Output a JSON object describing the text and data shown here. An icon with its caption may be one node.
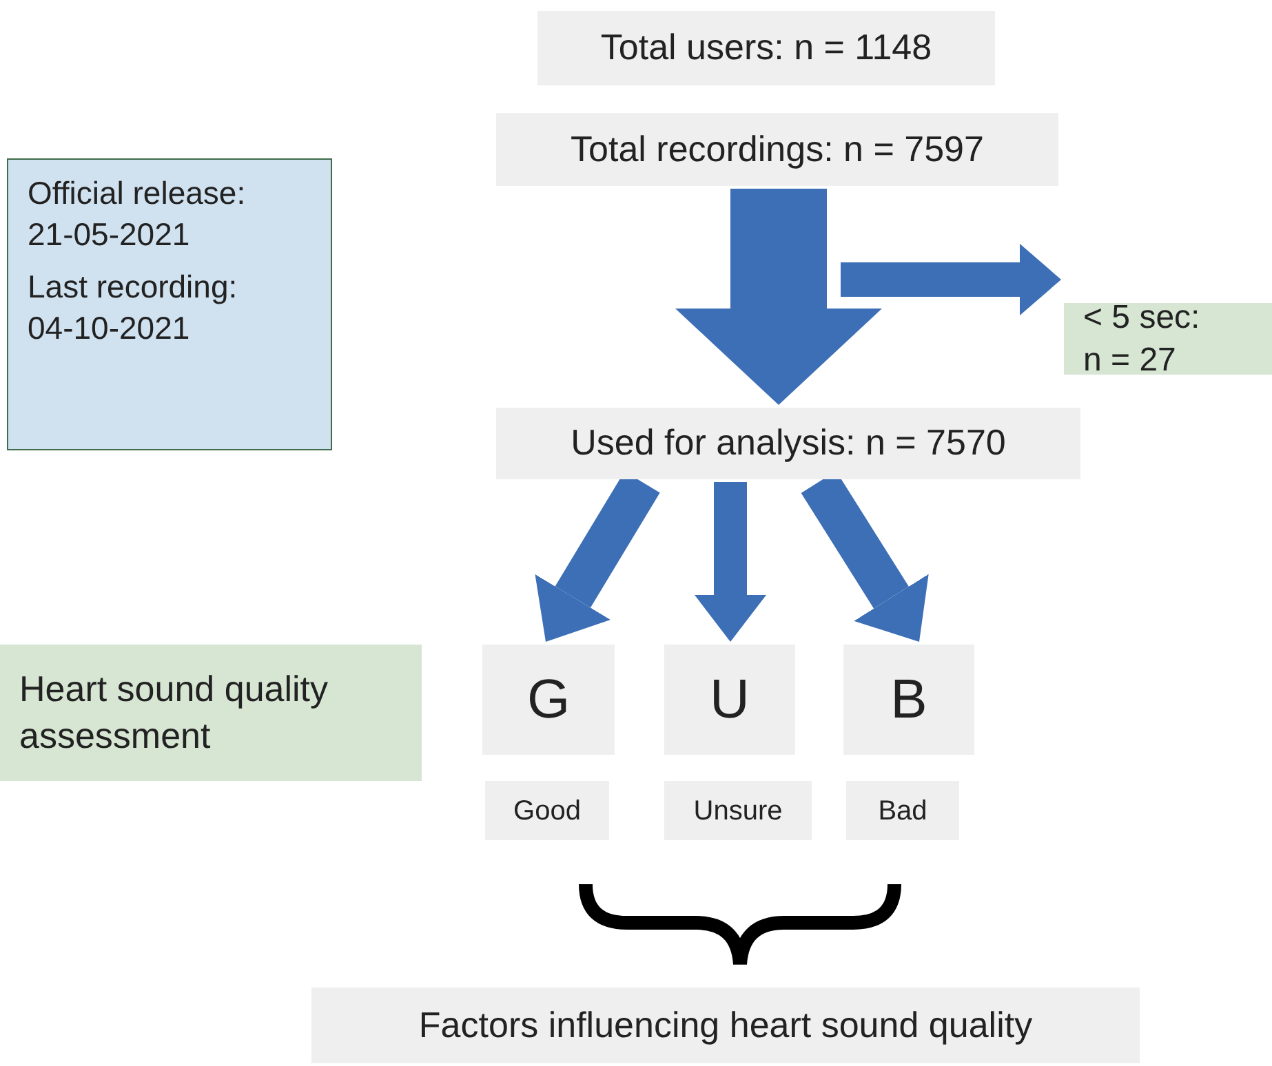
{
  "diagram": {
    "nodes": [
      {
        "text": [
          "Total users: n = 1148"
        ]
      },
      {
        "text": [
          "Total recordings: n = 7597"
        ]
      },
      {
        "text": [
          "Official release: 21-05-2021",
          "Last recording: 04-10-2021"
        ]
      },
      {
        "text": [
          "< 5 sec: n = 27"
        ]
      },
      {
        "text": [
          "Used for analysis: n = 7570"
        ]
      },
      {
        "text": [
          "G"
        ]
      },
      {
        "text": [
          "U"
        ]
      },
      {
        "text": [
          "B"
        ]
      },
      {
        "text": [
          "Good"
        ]
      },
      {
        "text": [
          "Unsure"
        ]
      },
      {
        "text": [
          "Bad"
        ]
      },
      {
        "text": [
          "Heart sound quality assessment"
        ]
      },
      {
        "text": [
          "Factors influencing heart sound quality"
        ]
      }
    ],
    "edges": [
      {
        "from": 1,
        "to": 4,
        "arrow": "to",
        "style": "thick"
      },
      {
        "from": null,
        "to": 3,
        "arrow": "to"
      },
      {
        "from": 4,
        "to": 5,
        "arrow": "to"
      },
      {
        "from": 4,
        "to": 6,
        "arrow": "to"
      },
      {
        "from": 4,
        "to": 7,
        "arrow": "to"
      }
    ]
  }
}
